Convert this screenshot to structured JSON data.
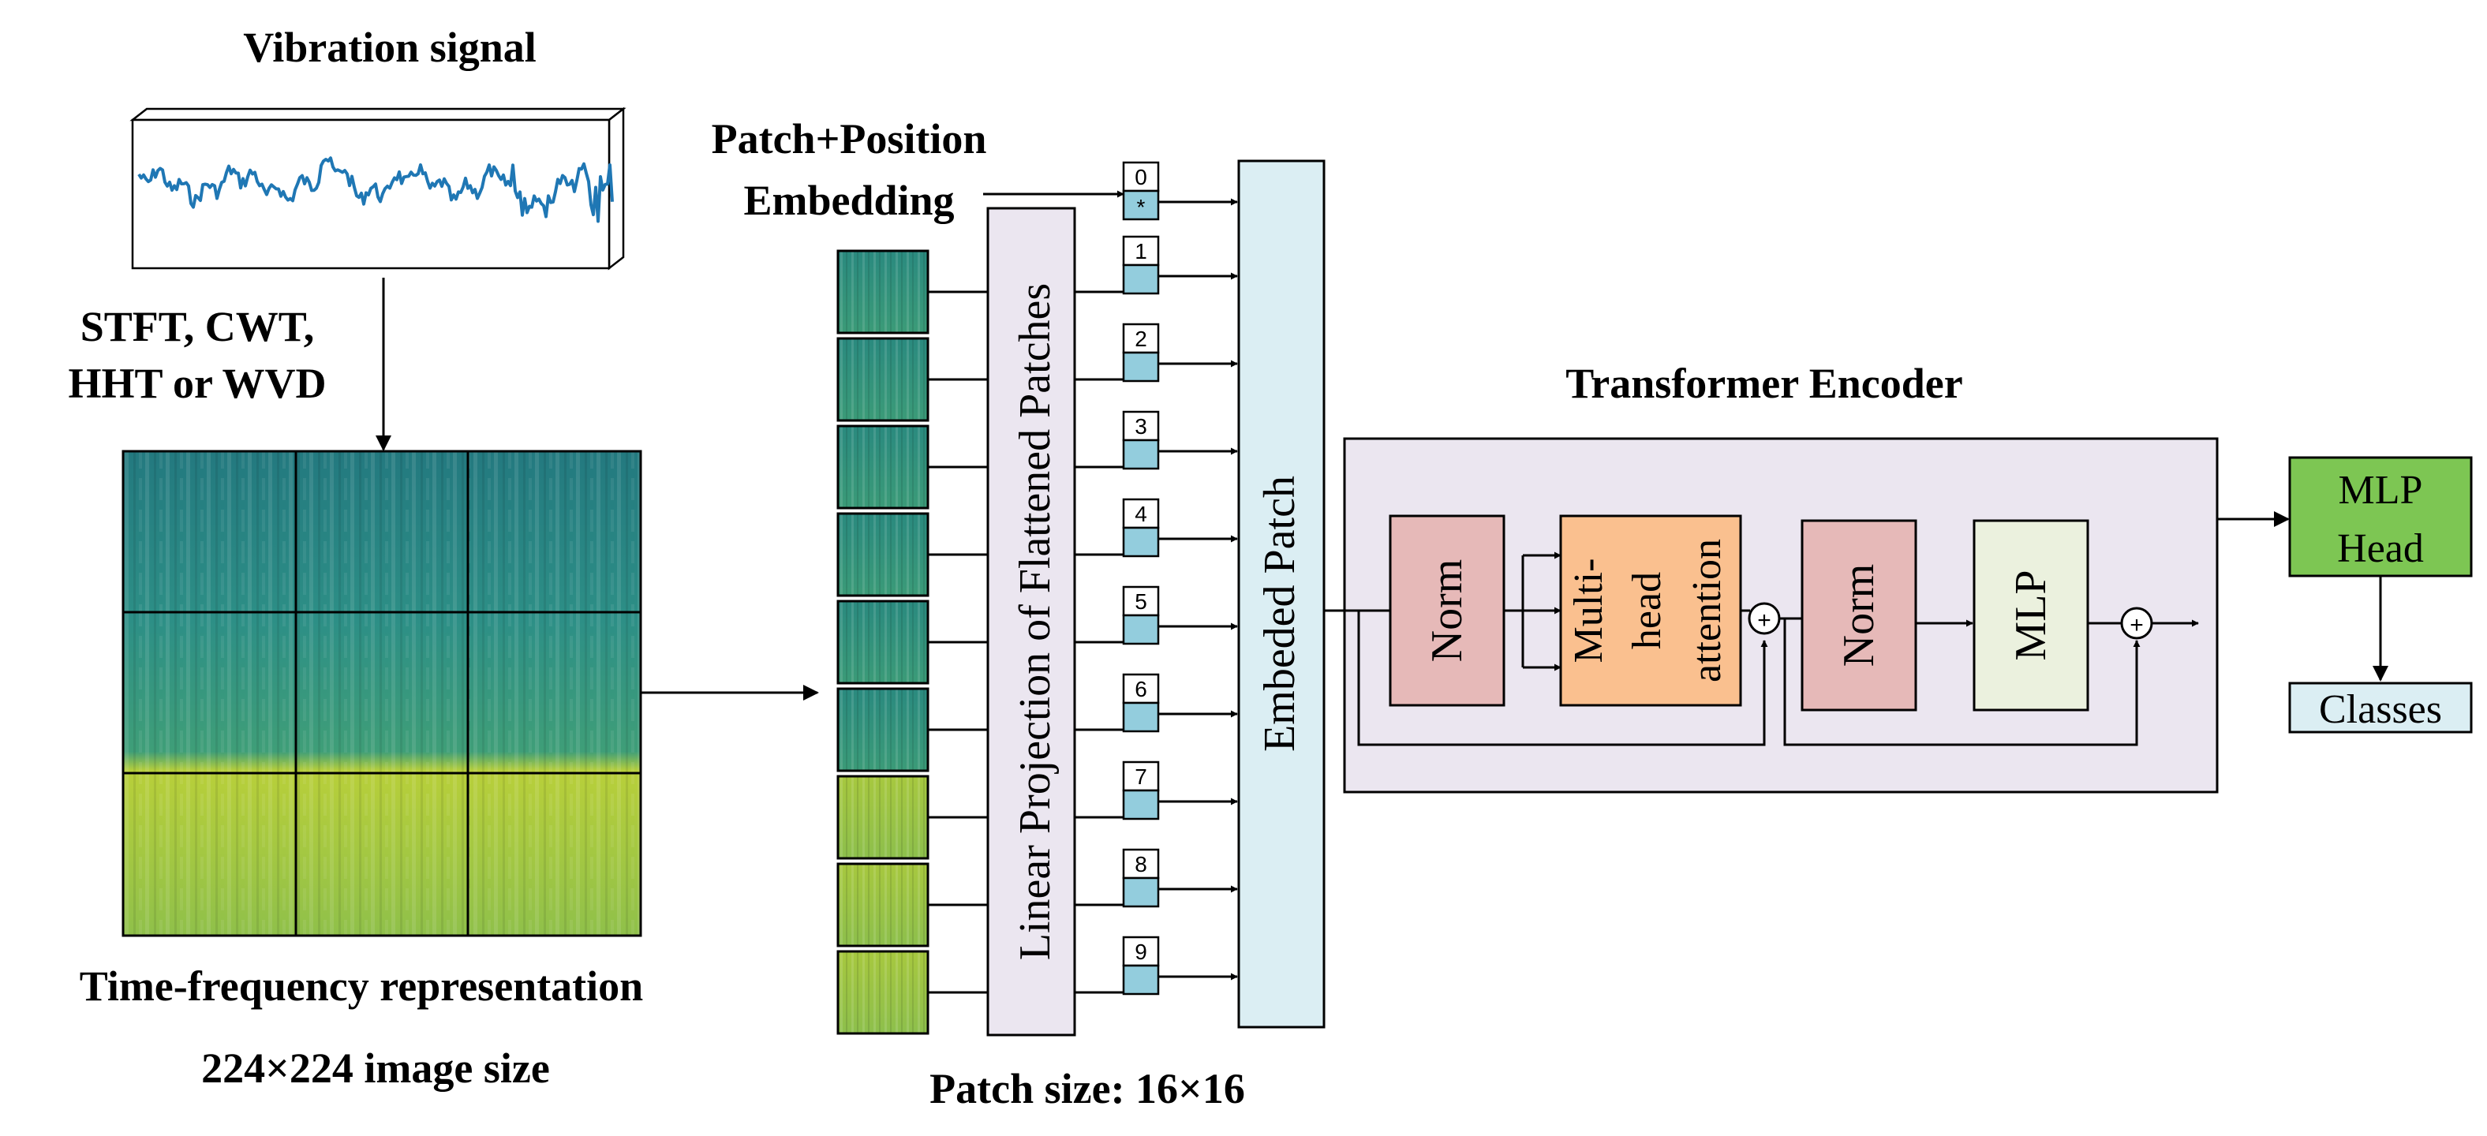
{
  "labels": {
    "vibration_signal": "Vibration signal",
    "transform_line1": "STFT, CWT,",
    "transform_line2": "HHT or WVD",
    "tf_representation": "Time-frequency representation",
    "image_size": "224×224 image size",
    "patch_position_line1": "Patch+Position",
    "patch_position_line2": "Embedding",
    "linear_projection": "Linear Projection of Flattened Patches",
    "patch_size": "Patch size: 16×16",
    "embedded_patch": "Embeded Patch",
    "transformer_encoder": "Transformer Encoder",
    "norm1": "Norm",
    "mha_line1": "Multi-",
    "mha_line2": "head",
    "mha_line3": "attention",
    "norm2": "Norm",
    "mlp": "MLP",
    "add_symbol": "+",
    "mlp_head_line1": "MLP",
    "mlp_head_line2": "Head",
    "classes": "Classes"
  },
  "tokens": {
    "cls_index": "0",
    "cls_marker": "*",
    "indices": [
      "1",
      "2",
      "3",
      "4",
      "5",
      "6",
      "7",
      "8",
      "9"
    ]
  },
  "colors": {
    "projection_box": "#ebe6f0",
    "embedded_patch_box": "#dbeef3",
    "encoder_box": "#ebe6f0",
    "norm_box": "#e6b9b8",
    "attention_box": "#fac08f",
    "mlp_box": "#ebf1de",
    "mlp_head_box": "#7dc653",
    "classes_box": "#dbeef3",
    "token_fill": "#93cddd",
    "signal_line": "#1f77b4",
    "spec_top": "#2b8a8a",
    "spec_bottom": "#a6c93c"
  }
}
